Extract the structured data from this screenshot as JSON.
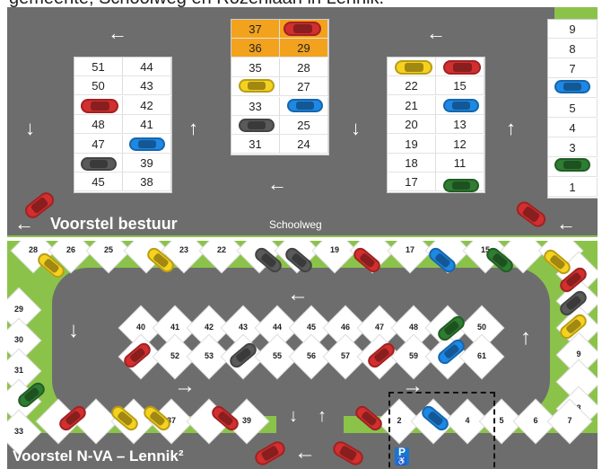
{
  "caption": "gemeente, Schoolweg en Rozenlaan in Lennik.",
  "top": {
    "title": "Voorstel bestuur",
    "street": "Schoolweg",
    "strips": [
      {
        "id": "left",
        "rows": [
          [
            "51",
            "44"
          ],
          [
            "50",
            "43"
          ],
          [
            "",
            "42"
          ],
          [
            "48",
            "41"
          ],
          [
            "47",
            ""
          ],
          [
            "",
            "39"
          ],
          [
            "45",
            "38"
          ]
        ]
      },
      {
        "id": "middle",
        "rows": [
          [
            "37",
            ""
          ],
          [
            "36",
            "29"
          ],
          [
            "35",
            "28"
          ],
          [
            "",
            "27"
          ],
          [
            "33",
            ""
          ],
          [
            "",
            "25"
          ],
          [
            "31",
            "24"
          ]
        ]
      },
      {
        "id": "right",
        "rows": [
          [
            "",
            ""
          ],
          [
            "22",
            "15"
          ],
          [
            "21",
            ""
          ],
          [
            "20",
            "13"
          ],
          [
            "19",
            "12"
          ],
          [
            "18",
            "11"
          ],
          [
            "17",
            ""
          ]
        ]
      }
    ],
    "column": [
      "9",
      "8",
      "7",
      "",
      "5",
      "4",
      "3",
      "",
      "1"
    ]
  },
  "bottom": {
    "title": "Voorstel N-VA – Lennik²",
    "parking_badge": "P",
    "top_row": [
      "28",
      "26",
      "25",
      "",
      "23",
      "22",
      "",
      "",
      "19",
      "",
      "17",
      "",
      "15",
      "",
      ""
    ],
    "left_column": [
      "29",
      "30",
      "31",
      "",
      "33"
    ],
    "inner_top": [
      "40",
      "41",
      "42",
      "43",
      "44",
      "45",
      "46",
      "47",
      "48",
      "",
      "50"
    ],
    "inner_bottom": [
      "",
      "52",
      "53",
      "",
      "55",
      "56",
      "57",
      "",
      "59",
      "",
      "61"
    ],
    "bottom_row": [
      "",
      "",
      "",
      "37",
      "",
      "39"
    ],
    "bottom_right": [
      "2",
      "",
      "4",
      "5",
      "6",
      "7"
    ],
    "right_column": [
      "",
      "",
      "",
      "9",
      "",
      "8"
    ]
  },
  "colors": {
    "red": "#d32f2f",
    "yellow": "#f6d21e",
    "blue": "#1e88e5",
    "grey": "#5a5a5a",
    "green": "#2e7d32",
    "grass": "#8bc34a",
    "asphalt": "#6d6d6d",
    "orange": "#f3a21d"
  }
}
